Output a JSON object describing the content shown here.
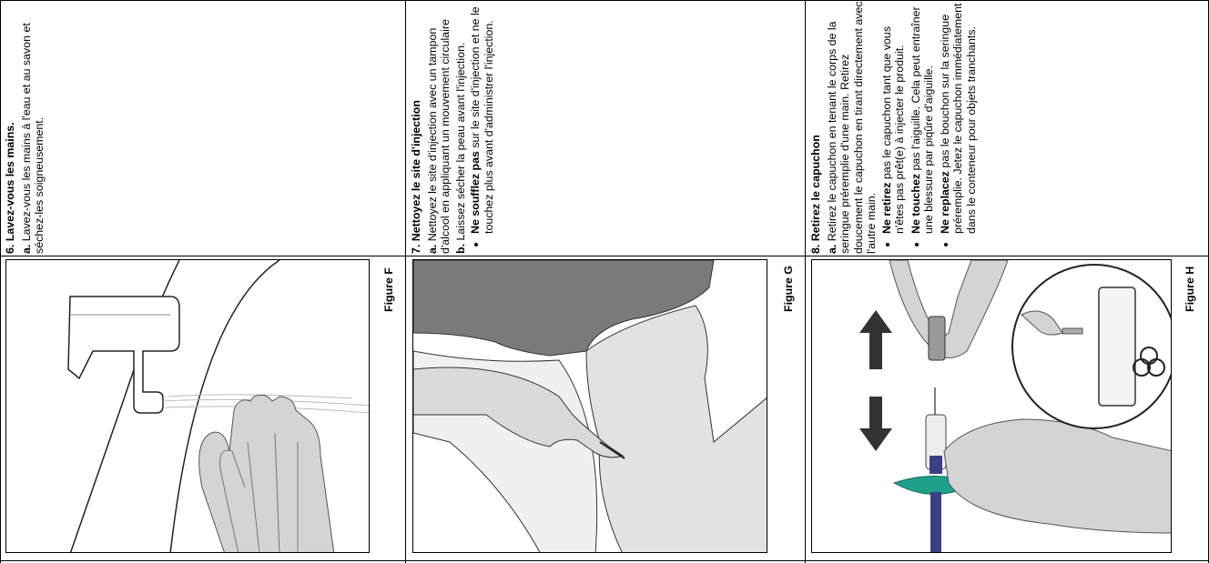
{
  "steps": [
    {
      "title": "6. Lavez-vous les mains.",
      "a_label": "a.",
      "a_text": " Lavez-vous les mains à l'eau et au savon et séchez-les soigneusement.",
      "figure": "Figure F"
    },
    {
      "title": "7. Nettoyez le site d'injection",
      "a_label": "a.",
      "a_text": " Nettoyez le site d'injection avec un tampon d'alcool en appliquant un mouvement circulaire",
      "b_label": "b.",
      "b_text": " Laissez sécher la peau avant l'injection.",
      "bullets": [
        {
          "bold": "Ne soufflez pas",
          "text": " sur le site d'injection et ne le touchez plus avant d'administrer l'injection."
        }
      ],
      "figure": "Figure G"
    },
    {
      "title": "8. Retirez le capuchon",
      "a_label": "a.",
      "a_text": " Retirez le capuchon en tenant le corps de la seringue préremplie d'une main. Retirez doucement le capuchon en tirant directement avec l'autre main.",
      "bullets": [
        {
          "bold": "Ne retirez",
          "text": " pas le capuchon tant que vous n'êtes pas prêt(e) à injecter le produit."
        },
        {
          "bold": "Ne touchez",
          "text": " pas l'aiguille. Cela peut entraîner une blessure par piqûre d'aiguille."
        },
        {
          "bold": "Ne replacez",
          "text": " pas le bouchon sur la seringue préremplie. Jetez le capuchon immédiatement dans le conteneur pour objets tranchants."
        }
      ],
      "figure": "Figure H"
    }
  ],
  "colors": {
    "skin": "#d4d4d4",
    "garment": "#7a7a7a",
    "accent_green": "#1fa08a",
    "syringe_rod": "#3a3f86"
  },
  "icons": [
    "arrow-up-icon",
    "arrow-down-icon",
    "biohazard-icon"
  ]
}
